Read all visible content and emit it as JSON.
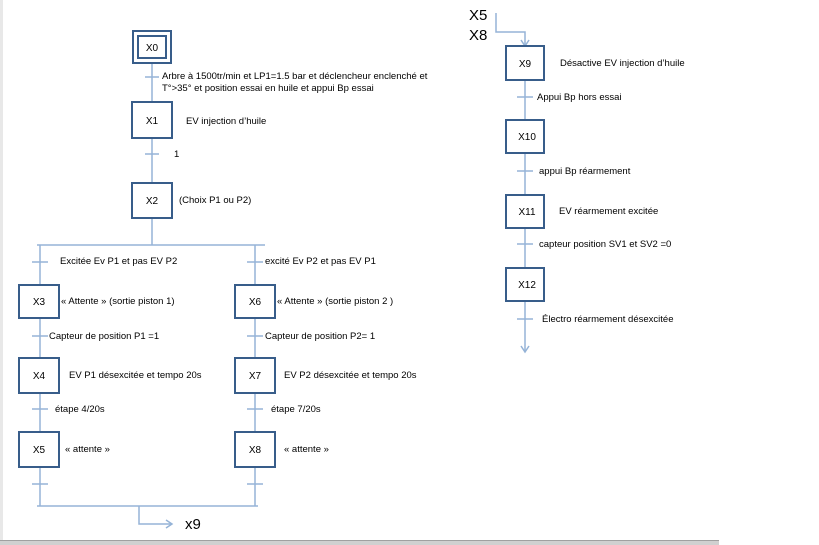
{
  "colors": {
    "box_border": "#385D8A",
    "link_line": "#95B3D7",
    "text": "#000000"
  },
  "steps": [
    {
      "id": "X0",
      "label": "X0",
      "action": "",
      "initial": true
    },
    {
      "id": "X1",
      "label": "X1",
      "action": "EV injection d’huile"
    },
    {
      "id": "X2",
      "label": "X2",
      "action": "(Choix P1  ou P2)"
    },
    {
      "id": "X3",
      "label": "X3",
      "action": "« Attente » (sortie piston 1)"
    },
    {
      "id": "X4",
      "label": "X4",
      "action": "EV P1 désexcitée et tempo 20s"
    },
    {
      "id": "X5",
      "label": "X5",
      "action": "« attente »"
    },
    {
      "id": "X6",
      "label": "X6",
      "action": "« Attente » (sortie piston 2 )"
    },
    {
      "id": "X7",
      "label": "X7",
      "action": "EV P2 désexcitée et tempo 20s"
    },
    {
      "id": "X8",
      "label": "X8",
      "action": "« attente »"
    },
    {
      "id": "X9",
      "label": "X9",
      "action": "Désactive EV injection d’huile"
    },
    {
      "id": "X10",
      "label": "X10",
      "action": ""
    },
    {
      "id": "X11",
      "label": "X11",
      "action": "EV  réarmement  excitée"
    },
    {
      "id": "X12",
      "label": "X12",
      "action": ""
    }
  ],
  "transitions": {
    "t0_line1": "Arbre à 1500tr/min et LP1=1.5 bar et déclencheur enclenché et",
    "t0_line2": "T°>35°  et position essai en huile et appui Bp essai",
    "t1": "1",
    "t2_left": "Excitée Ev P1 et pas EV P2",
    "t2_right": "excité Ev P2 et pas EV P1",
    "t3": "Capteur de position P1 =1",
    "t6": "Capteur de position P2= 1",
    "t4": "étape 4/20s",
    "t7": "étape 7/20s",
    "t9": "Appui Bp hors essai",
    "t10": "appui Bp réarmement",
    "t11": "capteur position SV1 et SV2 =0",
    "t12": "Électro réarmement désexcitée"
  },
  "links": {
    "to_x9": "x9",
    "from_x5": "X5",
    "from_x8": "X8"
  }
}
